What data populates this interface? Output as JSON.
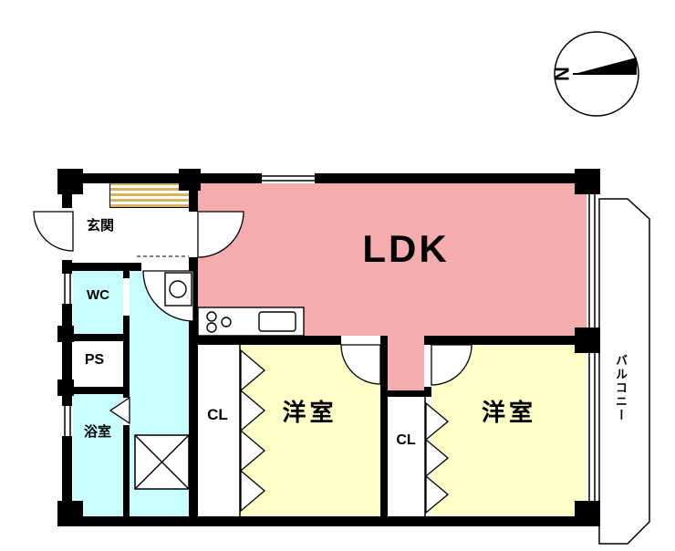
{
  "compass": {
    "north": "N"
  },
  "rooms": {
    "genkan": "玄関",
    "wc": "WC",
    "ps": "PS",
    "bath": "浴室",
    "ldk": "LDK",
    "closet_left": "CL",
    "closet_right": "CL",
    "bedroom_left": "洋室",
    "bedroom_right": "洋室",
    "balcony": "バルコニー"
  },
  "colors": {
    "ldk_fill": "#F5ACAC",
    "bedroom_fill": "#FFFFC8",
    "water_fill": "#C9FEFF",
    "cabinet_hatch": "#D8B25C",
    "wall": "#000000",
    "background": "#FFFFFF"
  }
}
